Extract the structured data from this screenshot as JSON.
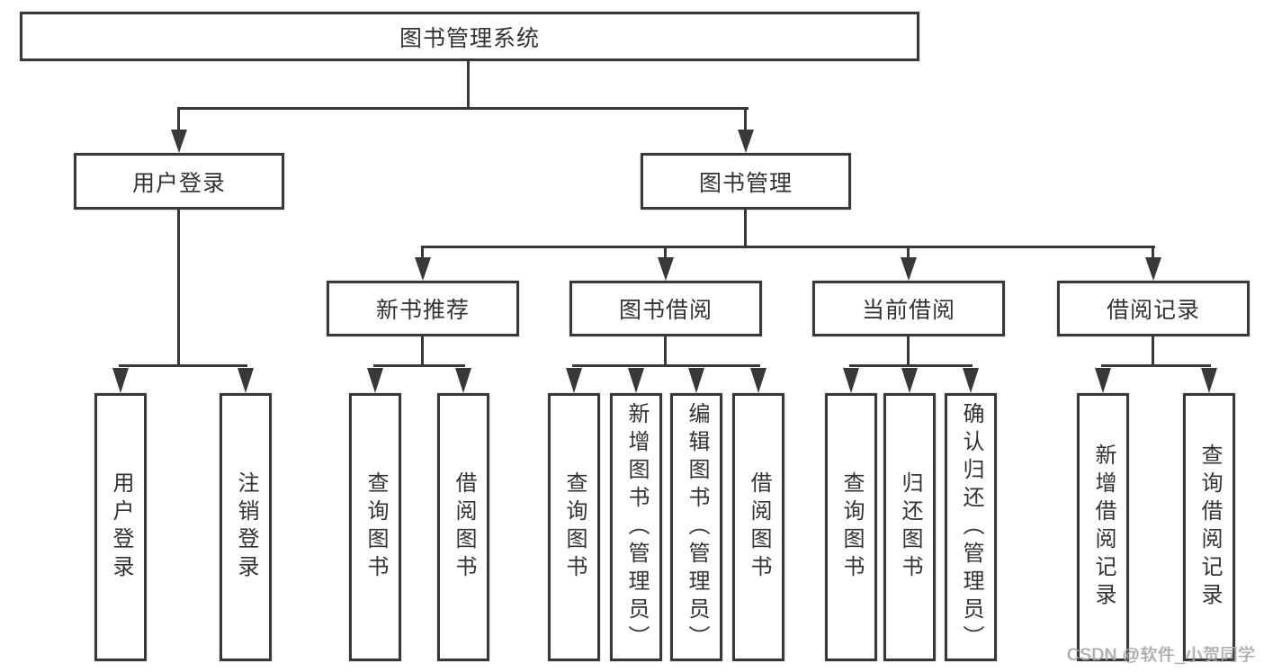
{
  "page": {
    "watermark": "CSDN @软件_小贺同学",
    "colors": {
      "line": "#383838",
      "text": "#333333",
      "background": "#ffffff",
      "watermark": "#a8a8a8"
    }
  },
  "tree": {
    "root": {
      "label": "图书管理系统"
    },
    "branches": [
      {
        "label": "用户登录",
        "children": [
          {
            "label": "用户登录"
          },
          {
            "label": "注销登录"
          }
        ]
      },
      {
        "label": "图书管理",
        "children": [
          {
            "label": "新书推荐",
            "children": [
              {
                "label": "查询图书"
              },
              {
                "label": "借阅图书"
              }
            ]
          },
          {
            "label": "图书借阅",
            "children": [
              {
                "label": "查询图书"
              },
              {
                "label": "新增图书（管理员）"
              },
              {
                "label": "编辑图书（管理员）"
              },
              {
                "label": "借阅图书"
              }
            ]
          },
          {
            "label": "当前借阅",
            "children": [
              {
                "label": "查询图书"
              },
              {
                "label": "归还图书"
              },
              {
                "label": "确认归还（管理员）"
              }
            ]
          },
          {
            "label": "借阅记录",
            "children": [
              {
                "label": "新增借阅记录"
              },
              {
                "label": "查询借阅记录"
              }
            ]
          }
        ]
      }
    ]
  }
}
